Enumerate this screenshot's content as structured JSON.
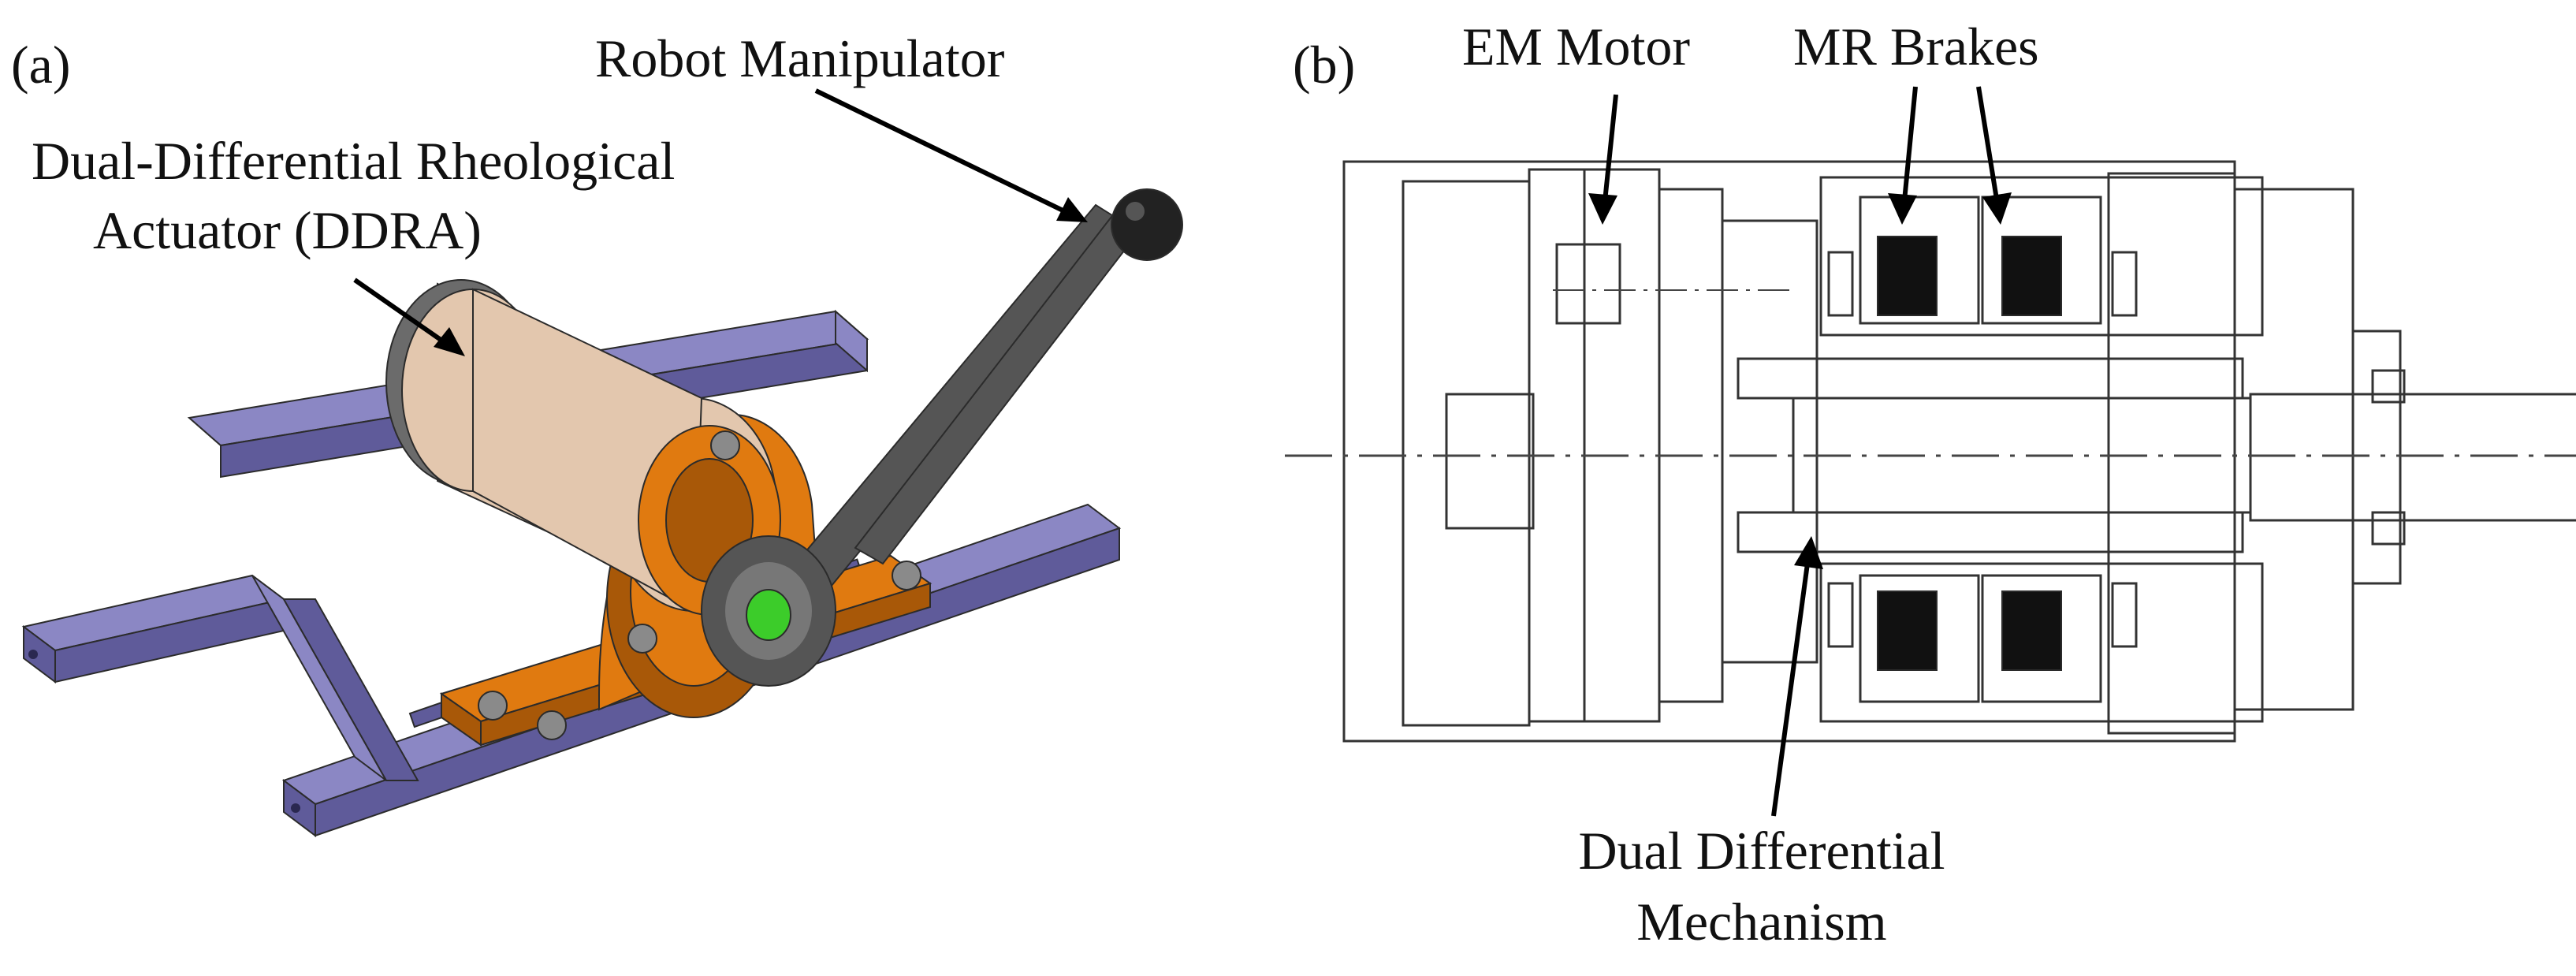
{
  "panel_a": {
    "tag": "(a)",
    "label_ddra_line1": "Dual-Differential Rheological",
    "label_ddra_line2": "Actuator (DDRA)",
    "label_robot": "Robot Manipulator"
  },
  "panel_b": {
    "tag": "(b)",
    "label_motor": "EM Motor",
    "label_brakes": "MR Brakes",
    "label_mechanism_line1": "Dual Differential",
    "label_mechanism_line2": "Mechanism"
  },
  "colors": {
    "rail": "#8b87c4",
    "rail_dark": "#5f5b9a",
    "bracket": "#e07a10",
    "bracket_dark": "#a85808",
    "motor_body": "#e3c7ae",
    "motor_cap": "#6b6b6b",
    "arm": "#555555",
    "knob": "#222222",
    "bolt": "#8a8a8a",
    "shaft_green": "#3ccc2a",
    "line": "#333333",
    "coil": "#111111"
  }
}
